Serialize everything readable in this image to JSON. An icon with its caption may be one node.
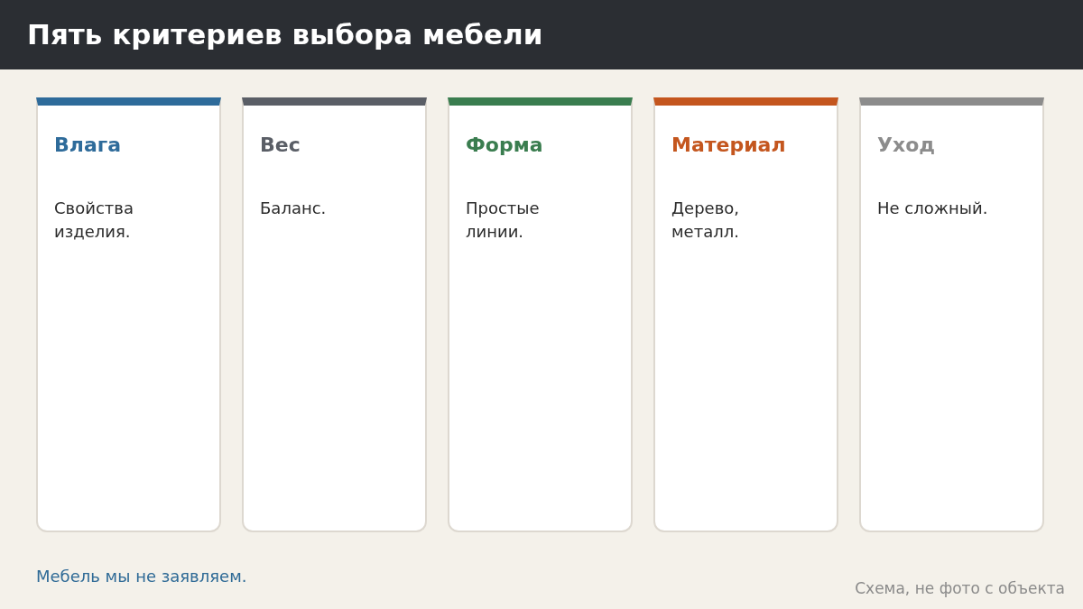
{
  "diagram": {
    "title": "Пять критериев выбора мебели",
    "nodes": [
      {
        "text": [
          "Влага",
          "Свойства изделия."
        ]
      },
      {
        "text": [
          "Вес",
          "Баланс."
        ]
      },
      {
        "text": [
          "Форма",
          "Простые линии."
        ]
      },
      {
        "text": [
          "Материал",
          "Дерево, металл."
        ]
      },
      {
        "text": [
          "Уход",
          "Не сложный."
        ]
      }
    ],
    "labels": [
      "Мебель мы не заявляем.",
      "Схема, не фото с объекта"
    ]
  }
}
